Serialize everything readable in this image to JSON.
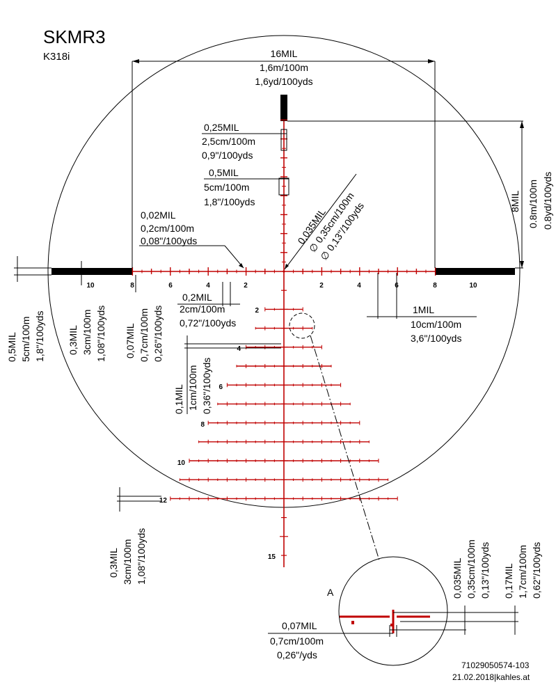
{
  "title": "SKMR3",
  "subtitle": "K318i",
  "dims": {
    "top_width": [
      "16MIL",
      "1,6m/100m",
      "1,6yd/100yds"
    ],
    "post_top": [
      "0,25MIL",
      "2,5cm/100m",
      "0,9\"/100yds"
    ],
    "post_bar": [
      "0,5MIL",
      "5cm/100m",
      "1,8\"/100yds"
    ],
    "hash_small": [
      "0,02MIL",
      "0,2cm/100m",
      "0,08\"/100yds"
    ],
    "dot": [
      "0,035MIL",
      "∅ 0,35cm/100m",
      "∅ 0,13\"/100yds"
    ],
    "right_vert": [
      "8MIL",
      "0.8m/100m",
      "0.8yd/100yds"
    ],
    "hash_02": [
      "0,2MIL",
      "2cm/100m",
      "0,72\"/100yds"
    ],
    "one_mil": [
      "1MIL",
      "10cm/100m",
      "3,6\"/100yds"
    ],
    "left_05": [
      "0,5MIL",
      "5cm/100m",
      "1,8\"/100yds"
    ],
    "left_03": [
      "0,3MIL",
      "3cm/100m",
      "1,08\"/100yds"
    ],
    "left_007": [
      "0,07MIL",
      "0,7cm/100m",
      "0,26\"/100yds"
    ],
    "left_01": [
      "0,1MIL",
      "1cm/100m",
      "0,36\"/100yds"
    ],
    "bottom_03": [
      "0,3MIL",
      "3cm/100m",
      "1,08\"/100yds"
    ],
    "detail_0035": [
      "0,035MIL",
      "0,35cm/100m",
      "0,13\"/100yds"
    ],
    "detail_017": [
      "0,17MIL",
      "1,7cm/100m",
      "0,62\"/100yds"
    ],
    "detail_007": [
      "0,07MIL",
      "0,7cm/100m",
      "0,26\"/yds"
    ]
  },
  "detail_label": "A",
  "horizontal_numbers": [
    "10",
    "8",
    "6",
    "4",
    "2",
    "2",
    "4",
    "6",
    "8",
    "10"
  ],
  "vertical_numbers": [
    "2",
    "4",
    "6",
    "8",
    "10",
    "12",
    "15"
  ],
  "footer": {
    "code": "71029050574-103",
    "date_site": "21.02.2018|kahles.at"
  },
  "colors": {
    "reticle": "#c00000",
    "lines": "#000000"
  }
}
